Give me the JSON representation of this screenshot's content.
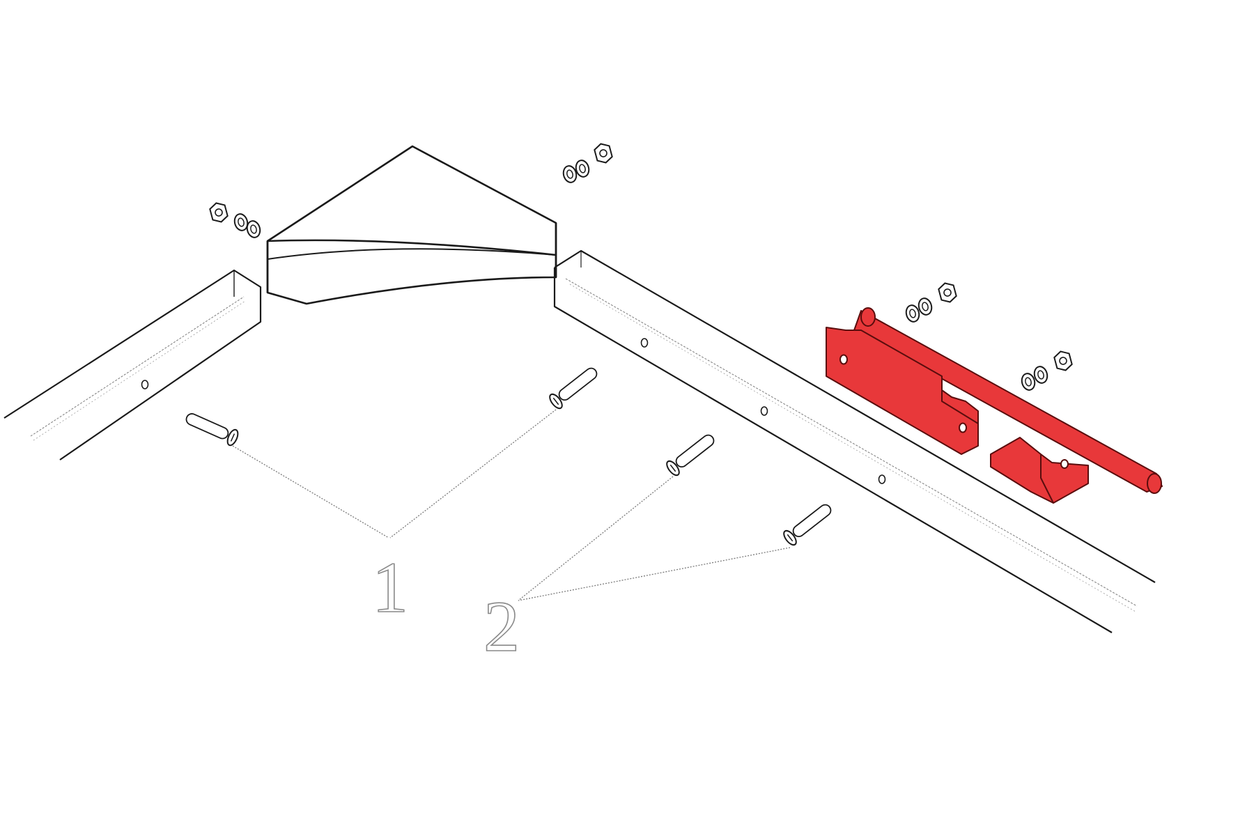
{
  "diagram": {
    "callouts": [
      {
        "id": "1",
        "label": "1",
        "part": "bolt"
      },
      {
        "id": "2",
        "label": "2",
        "part": "bolt"
      }
    ],
    "colors": {
      "background": "#ffffff",
      "line": "#1a1a1a",
      "thin_line": "#6e6e6e",
      "highlight_fill": "#e8383a",
      "highlight_stroke": "#5a0d0d",
      "leader": "#7a7a7a",
      "callout_outline": "#8a8a8a"
    },
    "icons": [
      "hex-nut-icon",
      "washer-icon",
      "bolt-icon"
    ]
  }
}
